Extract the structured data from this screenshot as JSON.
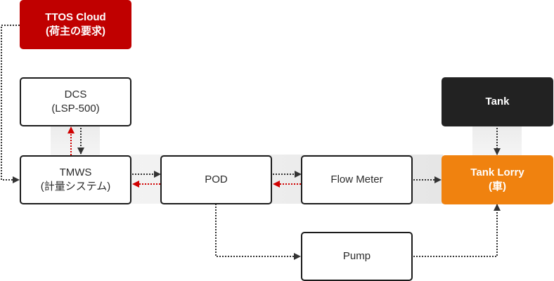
{
  "diagram": {
    "nodes": {
      "ttos_cloud": {
        "title": "TTOS Cloud",
        "subtitle": "(荷主の要求)"
      },
      "dcs": {
        "title": "DCS",
        "subtitle": "(LSP-500)"
      },
      "tmws": {
        "title": "TMWS",
        "subtitle": "(計量システム)"
      },
      "pod": {
        "title": "POD"
      },
      "flow_meter": {
        "title": "Flow Meter"
      },
      "tank": {
        "title": "Tank"
      },
      "tank_lorry": {
        "title": "Tank Lorry",
        "subtitle": "(車)"
      },
      "pump": {
        "title": "Pump"
      }
    },
    "edges": [
      {
        "from": "ttos_cloud",
        "to": "tmws",
        "color": "dark"
      },
      {
        "from": "dcs",
        "to": "tmws",
        "color": "dark"
      },
      {
        "from": "tmws",
        "to": "dcs",
        "color": "red"
      },
      {
        "from": "tmws",
        "to": "pod",
        "color": "dark"
      },
      {
        "from": "pod",
        "to": "tmws",
        "color": "red"
      },
      {
        "from": "pod",
        "to": "flow_meter",
        "color": "dark"
      },
      {
        "from": "flow_meter",
        "to": "pod",
        "color": "red"
      },
      {
        "from": "flow_meter",
        "to": "tank_lorry",
        "color": "dark"
      },
      {
        "from": "tank",
        "to": "tank_lorry",
        "color": "dark"
      },
      {
        "from": "pod",
        "to": "pump",
        "color": "dark"
      },
      {
        "from": "pump",
        "to": "tank_lorry",
        "color": "dark"
      }
    ],
    "colors": {
      "red_node": "#c00000",
      "dark_node": "#222222",
      "orange_node": "#f0820f",
      "arrow_dark": "#333333",
      "arrow_red": "#d00000"
    }
  }
}
